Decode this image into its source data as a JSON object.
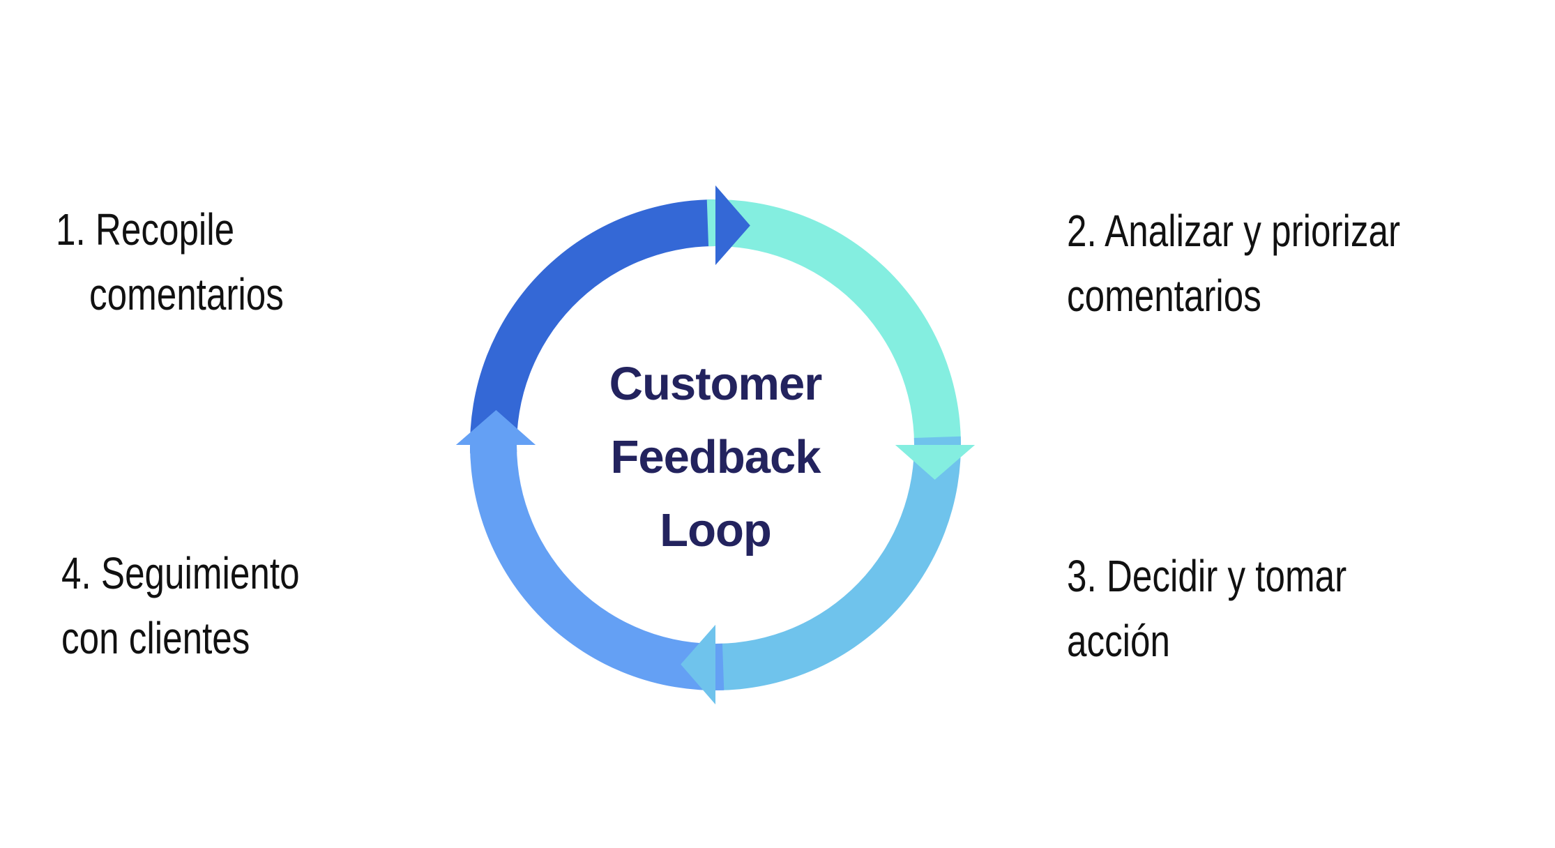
{
  "diagram": {
    "title_lines": [
      "Customer",
      "Feedback",
      "Loop"
    ],
    "title_color": "#23235e",
    "steps": [
      {
        "number": "1.",
        "lines": [
          "1. Recopile",
          "comentarios"
        ],
        "arrow_color": "#3468d6"
      },
      {
        "number": "2.",
        "lines": [
          "2. Analizar y priorizar",
          "comentarios"
        ],
        "arrow_color": "#84eee0"
      },
      {
        "number": "3.",
        "lines": [
          "3. Decidir y tomar",
          "acción"
        ],
        "arrow_color": "#6fc3ec"
      },
      {
        "number": "4.",
        "lines": [
          "4. Seguimiento",
          "con clientes"
        ],
        "arrow_color": "#64a0f4"
      }
    ],
    "flow_direction": "clockwise"
  }
}
